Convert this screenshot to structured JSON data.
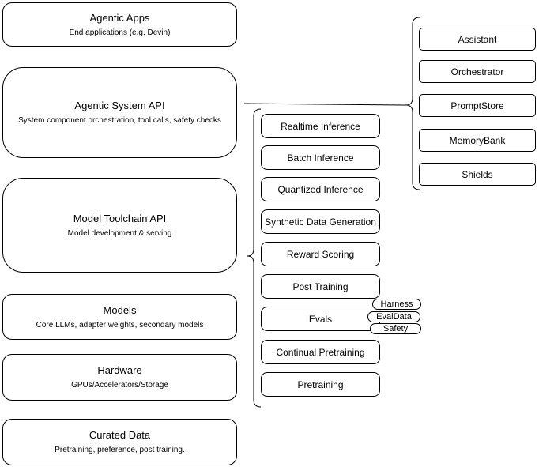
{
  "diagram_title": "",
  "left_column": [
    {
      "title": "Agentic Apps",
      "subtitle": "End applications (e.g. Devin)"
    },
    {
      "title": "Agentic System API",
      "subtitle": "System component orchestration, tool calls, safety checks"
    },
    {
      "title": "Model Toolchain API",
      "subtitle": "Model development & serving"
    },
    {
      "title": "Models",
      "subtitle": "Core LLMs, adapter weights, secondary models"
    },
    {
      "title": "Hardware",
      "subtitle": "GPUs/Accelerators/Storage"
    },
    {
      "title": "Curated Data",
      "subtitle": "Pretraining, preference, post training."
    }
  ],
  "middle_column": [
    "Realtime Inference",
    "Batch Inference",
    "Quantized Inference",
    "Synthetic Data Generation",
    "Reward Scoring",
    "Post Training",
    "Evals",
    "Continual Pretraining",
    "Pretraining"
  ],
  "eval_pills": [
    "Harness",
    "EvalData",
    "Safety"
  ],
  "right_column": [
    "Assistant",
    "Orchestrator",
    "PromptStore",
    "MemoryBank",
    "Shields"
  ],
  "connectors": {
    "middle_brace": "curly-brace-left",
    "right_brace": "curly-brace-left",
    "api_to_right_group_line": "horizontal-line"
  },
  "colors": {
    "stroke": "#000000",
    "background": "#ffffff",
    "box_fill": "#ffffff",
    "text": "#000000"
  }
}
